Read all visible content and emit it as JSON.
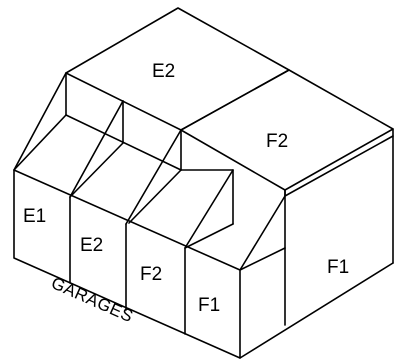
{
  "labels": {
    "roof_left": "E2",
    "roof_right": "F2",
    "garage_1": "E1",
    "garage_2": "E2",
    "garage_3": "F2",
    "garage_4": "F1",
    "side_block": "F1"
  },
  "caption": {
    "text": "GARAGES"
  }
}
